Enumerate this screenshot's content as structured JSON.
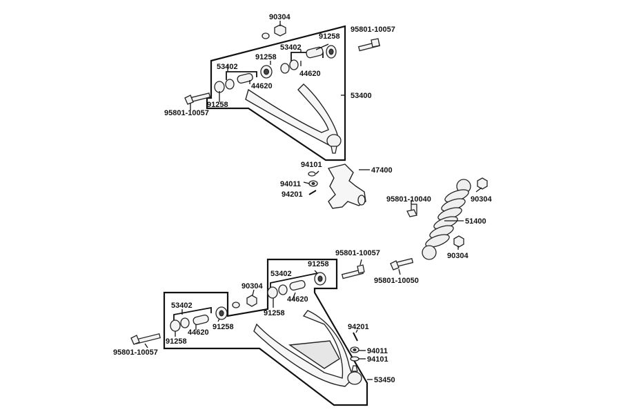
{
  "callouts": {
    "top_nut": "90304",
    "top_bolt_right": "95801-10057",
    "top_bushing_right": "91258",
    "top_bush_left_a": "53402",
    "top_bush_left_b": "53402",
    "top_bushing_mid": "91258",
    "top_sleeve_right": "44620",
    "top_sleeve_left": "44620",
    "top_arm": "53400",
    "top_washer_left": "91258",
    "top_bolt_left": "95801-10057",
    "knuckle": "47400",
    "washer_94101_top": "94101",
    "nut_94011_top": "94011",
    "pin_94201_top": "94201",
    "shock_bolt_upper": "95801-10040",
    "shock_nut_upper": "90304",
    "shock": "51400",
    "shock_nut_lower": "90304",
    "bot_bolt_right": "95801-10057",
    "bot_bushing_right": "91258",
    "bot_bolt_mid": "95801-10050",
    "bot_bush_right": "53402",
    "bot_nut": "90304",
    "bot_sleeve_right": "44620",
    "bot_washer_mid": "91258",
    "bot_bush_left": "53402",
    "bot_bushing_left": "91258",
    "bot_sleeve_left": "44620",
    "pin_94201_bot": "94201",
    "bot_washer_left": "91258",
    "nut_94011_bot": "94011",
    "bot_bolt_left": "95801-10057",
    "washer_94101_bot": "94101",
    "bot_arm": "53450"
  }
}
